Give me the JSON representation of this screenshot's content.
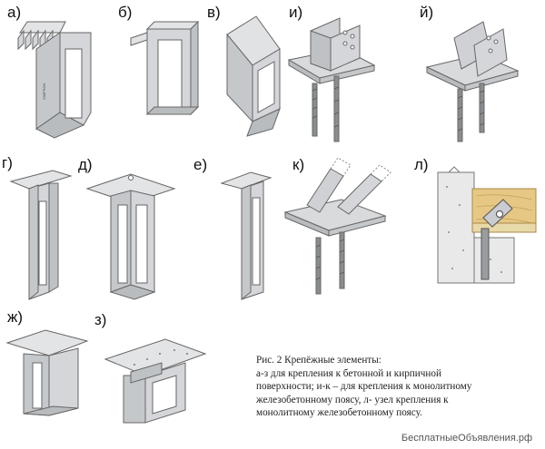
{
  "labels": {
    "a": "а)",
    "b": "б)",
    "v": "в)",
    "i": "и)",
    "y": "й)",
    "g": "г)",
    "d": "д)",
    "e": "е)",
    "k": "к)",
    "l": "л)",
    "zh": "ж)",
    "z": "з)"
  },
  "caption": {
    "line1": "Рис. 2  Крепёжные элементы:",
    "line2": "а-з для крепления к бетонной и кирпичной",
    "line3": "поверхности; и-к – для крепления к монолитному",
    "line4": "железобетонному поясу, л- узел крепления к",
    "line5": "монолитному железобетонному поясу."
  },
  "watermark": "БесплатныеОбъявления.рф"
}
